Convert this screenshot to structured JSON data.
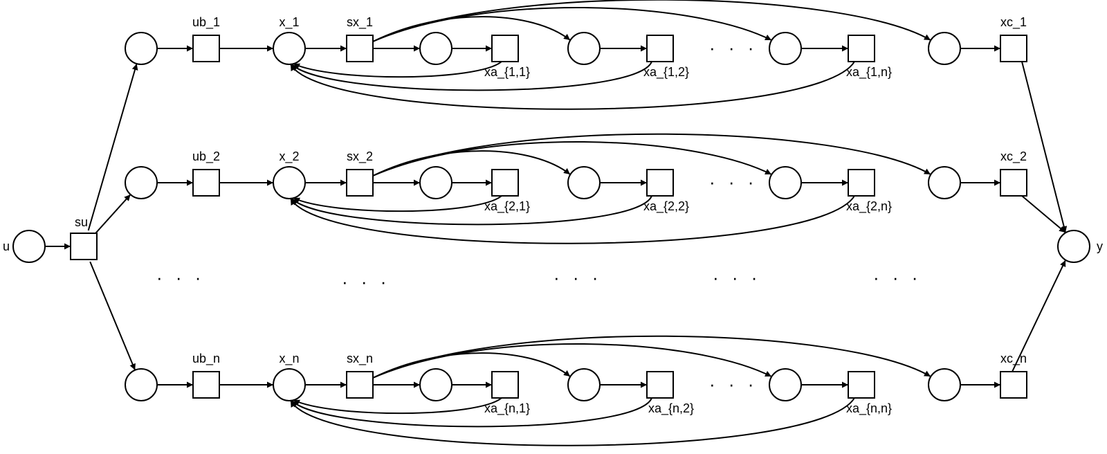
{
  "diagram": {
    "labels": {
      "u": "u",
      "su": "su",
      "y": "y",
      "rows": [
        {
          "ub": "ub_1",
          "x": "x_1",
          "sx": "sx_1",
          "xc": "xc_1",
          "xa": [
            "xa_{1,1}",
            "xa_{1,2}",
            "xa_{1,n}"
          ]
        },
        {
          "ub": "ub_2",
          "x": "x_2",
          "sx": "sx_2",
          "xc": "xc_2",
          "xa": [
            "xa_{2,1}",
            "xa_{2,2}",
            "xa_{2,n}"
          ]
        },
        {
          "ub": "ub_n",
          "x": "x_n",
          "sx": "sx_n",
          "xc": "xc_n",
          "xa": [
            "xa_{n,1}",
            "xa_{n,2}",
            "xa_{n,n}"
          ]
        }
      ]
    },
    "ellipsis": "· · ·"
  }
}
